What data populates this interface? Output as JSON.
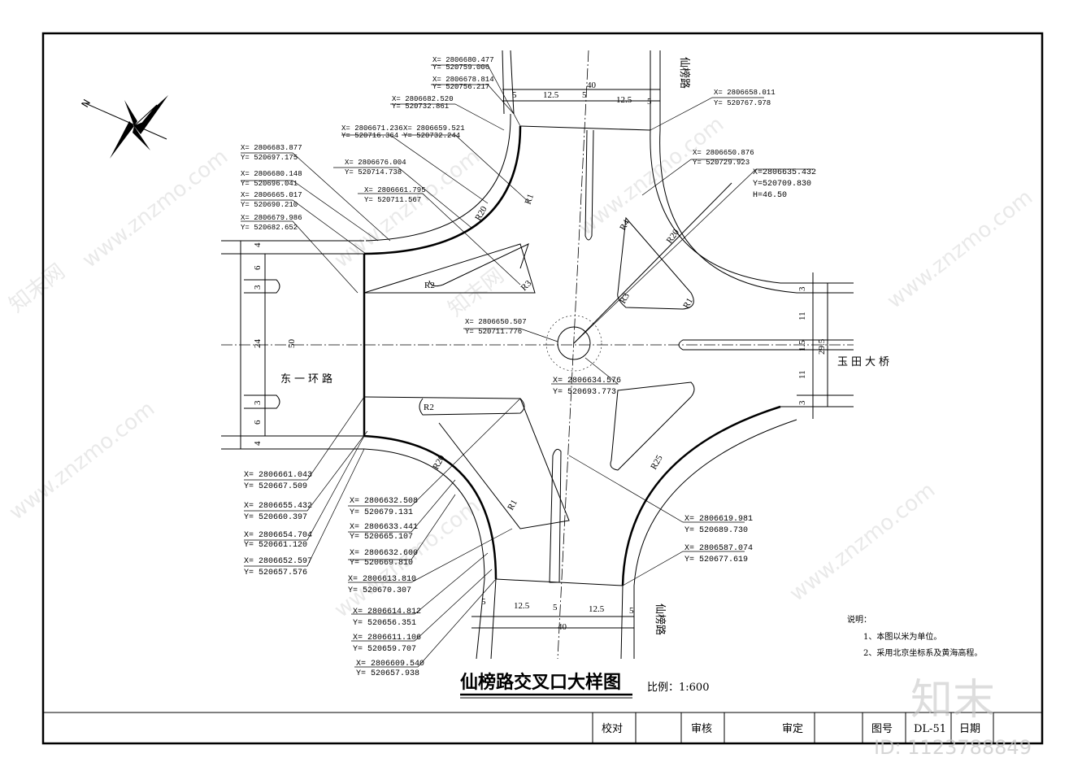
{
  "watermarks": {
    "site": "www.znzmo.com",
    "brand": "知末网",
    "logo": "知末",
    "id": "ID: 1123788849"
  },
  "title": {
    "main": "仙榜路交叉口大样图",
    "scale": "比例：1:600"
  },
  "roads": {
    "north": "仙榜路",
    "south": "仙榜路",
    "west": "东一环路",
    "east": "玉田大桥"
  },
  "dims": {
    "north": [
      "5",
      "12.5",
      "5",
      "12.5",
      "5",
      "40"
    ],
    "south": [
      "5",
      "12.5",
      "5",
      "12.5",
      "5",
      "40"
    ],
    "west": [
      "4",
      "6",
      "3",
      "24",
      "3",
      "6",
      "4",
      "50"
    ],
    "east": [
      "3",
      "11",
      "1.5",
      "11",
      "3",
      "29.5"
    ]
  },
  "radii": [
    "R20",
    "R1",
    "R2",
    "R3",
    "R20",
    "R4",
    "R3",
    "R1",
    "R20",
    "R25",
    "R1",
    "R2"
  ],
  "coordinates": [
    {
      "x": "X= 2806680.477",
      "y": "Y= 520759.006"
    },
    {
      "x": "X= 2806678.814",
      "y": "Y= 520756.217"
    },
    {
      "x": "X= 2806682.520",
      "y": "Y= 520732.861"
    },
    {
      "x": "X= 2806658.011",
      "y": "Y= 520767.978"
    },
    {
      "x": "X= 2806671.236",
      "y": "Y= 520716.364"
    },
    {
      "x": "X= 2806659.521",
      "y": "Y= 520732.244"
    },
    {
      "x": "X= 2806683.877",
      "y": "Y= 520697.175"
    },
    {
      "x": "X= 2806676.004",
      "y": "Y= 520714.738"
    },
    {
      "x": "X= 2806650.876",
      "y": "Y= 520729.923"
    },
    {
      "x": "X= 2806680.148",
      "y": "Y= 520696.041"
    },
    {
      "x": "X= 2806661.795",
      "y": "Y= 520711.567"
    },
    {
      "x": "X= 2806665.017",
      "y": "Y= 520690.210"
    },
    {
      "x": "X= 2806679.986",
      "y": "Y= 520682.652"
    },
    {
      "x": "X=2806635.432",
      "y": "Y=520709.830"
    },
    {
      "x": "X= 2806650.507",
      "y": "Y= 520711.776"
    },
    {
      "x": "X= 2806634.576",
      "y": "Y= 520693.773"
    },
    {
      "x": "X= 2806661.043",
      "y": "Y= 520667.509"
    },
    {
      "x": "X= 2806655.432",
      "y": "Y= 520660.397"
    },
    {
      "x": "X= 2806654.704",
      "y": "Y= 520661.120"
    },
    {
      "x": "X= 2806652.597",
      "y": "Y= 520657.576"
    },
    {
      "x": "X= 2806632.508",
      "y": "Y= 520679.131"
    },
    {
      "x": "X= 2806633.441",
      "y": "Y= 520665.107"
    },
    {
      "x": "X= 2806632.600",
      "y": "Y= 520669.810"
    },
    {
      "x": "X= 2806613.810",
      "y": "Y= 520670.307"
    },
    {
      "x": "X= 2806614.812",
      "y": "Y= 520656.351"
    },
    {
      "x": "X= 2806611.106",
      "y": "Y= 520659.707"
    },
    {
      "x": "X= 2806609.540",
      "y": "Y= 520657.938"
    },
    {
      "x": "X= 2806619.981",
      "y": "Y= 520689.730"
    },
    {
      "x": "X= 2806587.074",
      "y": "Y= 520677.619"
    }
  ],
  "elevation": "H=46.50",
  "notes": {
    "heading": "说明：",
    "items": [
      "1、本图以米为单位。",
      "2、采用北京坐标系及黄海高程。"
    ]
  },
  "titleblock": {
    "check": "校对",
    "review": "审核",
    "approve": "审定",
    "drawing_no_label": "图号",
    "drawing_no": "DL-51",
    "date_label": "日期"
  },
  "icons": [
    "north-arrow-icon"
  ]
}
